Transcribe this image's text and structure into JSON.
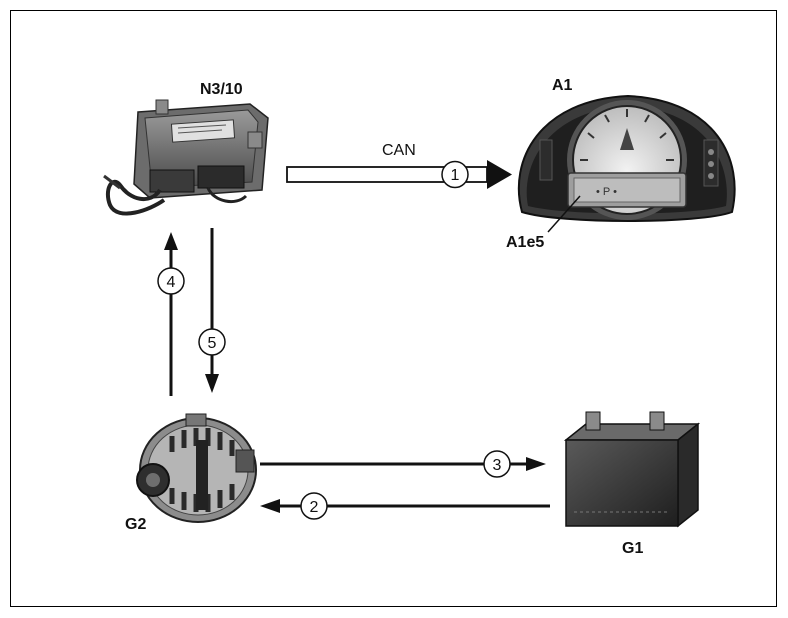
{
  "components": {
    "control_unit": "N3/10",
    "instrument_cluster": "A1",
    "display": "A1e5",
    "alternator": "G2",
    "battery": "G1"
  },
  "connections": {
    "can_label": "CAN",
    "step1": "1",
    "step2": "2",
    "step3": "3",
    "step4": "4",
    "step5": "5"
  },
  "colors": {
    "line": "#111111",
    "device_dark": "#2e2e2e",
    "device_mid": "#7a7a7a",
    "device_light": "#c8c8c8"
  }
}
